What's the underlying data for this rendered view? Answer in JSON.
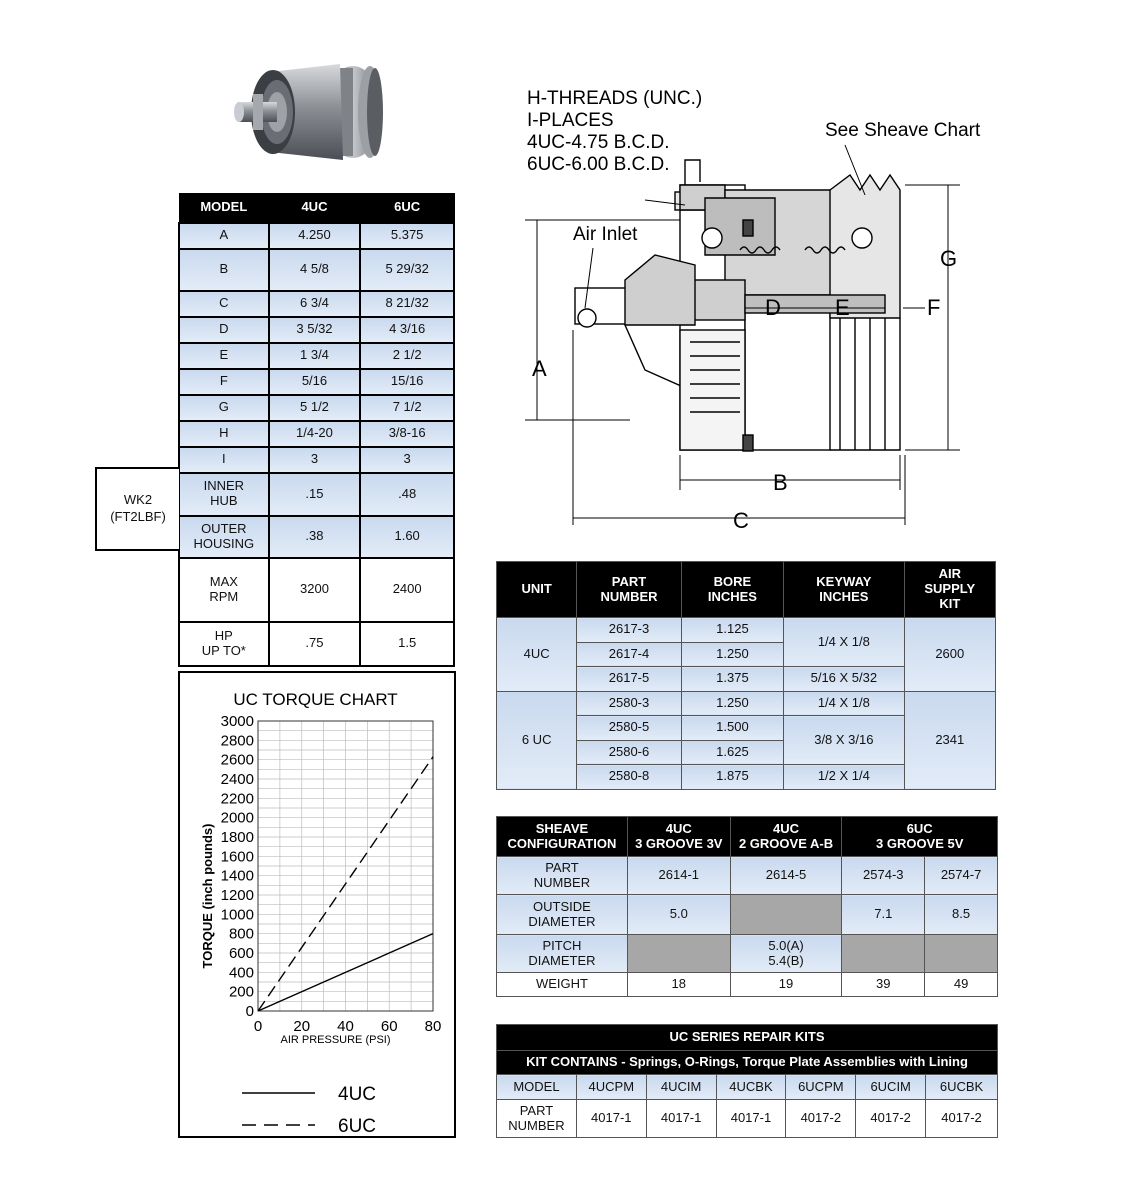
{
  "spec_table": {
    "headers": [
      "MODEL",
      "4UC",
      "6UC"
    ],
    "rows": [
      {
        "label": "A",
        "v4": "4.250",
        "v6": "5.375"
      },
      {
        "label": "B",
        "v4": "4 5/8",
        "v6": "5 29/32"
      },
      {
        "label": "C",
        "v4": "6 3/4",
        "v6": "8 21/32"
      },
      {
        "label": "D",
        "v4": "3 5/32",
        "v6": "4 3/16"
      },
      {
        "label": "E",
        "v4": "1 3/4",
        "v6": "2 1/2"
      },
      {
        "label": "F",
        "v4": "5/16",
        "v6": "15/16"
      },
      {
        "label": "G",
        "v4": "5 1/2",
        "v6": "7 1/2"
      },
      {
        "label": "H",
        "v4": "1/4-20",
        "v6": "3/8-16"
      },
      {
        "label": "I",
        "v4": "3",
        "v6": "3"
      },
      {
        "label": "INNER\nHUB",
        "v4": ".15",
        "v6": ".48"
      },
      {
        "label": "OUTER\nHOUSING",
        "v4": ".38",
        "v6": "1.60"
      },
      {
        "label": "MAX\nRPM",
        "v4": "3200",
        "v6": "2400"
      },
      {
        "label": "HP\nUP TO*",
        "v4": ".75",
        "v6": "1.5"
      }
    ],
    "wk2_label": "WK2\n(FT2LBF)"
  },
  "drawing": {
    "threads_note": [
      "H-THREADS (UNC.)",
      "I-PLACES",
      "4UC-4.75 B.C.D.",
      "6UC-6.00 B.C.D."
    ],
    "sheave_note": "See Sheave Chart",
    "air_inlet": "Air Inlet",
    "dims": {
      "A": "A",
      "B": "B",
      "C": "C",
      "D": "D",
      "E": "E",
      "F": "F",
      "G": "G"
    }
  },
  "chart_data": {
    "type": "line",
    "title": "UC TORQUE CHART",
    "xlabel": "AIR PRESSURE (PSI)",
    "ylabel": "TORQUE (inch pounds)",
    "xlim": [
      0,
      80
    ],
    "ylim": [
      0,
      3000
    ],
    "xticks": [
      0,
      20,
      40,
      60,
      80
    ],
    "yticks": [
      0,
      200,
      400,
      600,
      800,
      1000,
      1200,
      1400,
      1600,
      1800,
      2000,
      2200,
      2400,
      2600,
      2800,
      3000
    ],
    "grid": true,
    "series": [
      {
        "name": "4UC",
        "style": "solid",
        "x": [
          0,
          80
        ],
        "y": [
          0,
          800
        ]
      },
      {
        "name": "6UC",
        "style": "dashed",
        "x": [
          0,
          80
        ],
        "y": [
          0,
          2630
        ]
      }
    ],
    "legend": "bottom"
  },
  "parts_table": {
    "headers": [
      "UNIT",
      "PART\nNUMBER",
      "BORE\nINCHES",
      "KEYWAY\nINCHES",
      "AIR\nSUPPLY\nKIT"
    ],
    "groups": [
      {
        "unit": "4UC",
        "kit": "2600",
        "rows": [
          {
            "part": "2617-3",
            "bore": "1.125"
          },
          {
            "part": "2617-4",
            "bore": "1.250"
          },
          {
            "part": "2617-5",
            "bore": "1.375"
          }
        ],
        "keyways": [
          {
            "text": "1/4 X 1/8",
            "span": 2
          },
          {
            "text": "5/16 X 5/32",
            "span": 1
          }
        ]
      },
      {
        "unit": "6 UC",
        "kit": "2341",
        "rows": [
          {
            "part": "2580-3",
            "bore": "1.250"
          },
          {
            "part": "2580-5",
            "bore": "1.500"
          },
          {
            "part": "2580-6",
            "bore": "1.625"
          },
          {
            "part": "2580-8",
            "bore": "1.875"
          }
        ],
        "keyways": [
          {
            "text": "1/4 X 1/8",
            "span": 1
          },
          {
            "text": "3/8 X 3/16",
            "span": 2
          },
          {
            "text": "1/2 X 1/4",
            "span": 1
          }
        ]
      }
    ]
  },
  "sheave_table": {
    "headers": [
      "SHEAVE\nCONFIGURATION",
      "4UC\n3 GROOVE 3V",
      "4UC\n2 GROOVE A-B",
      "6UC\n3 GROOVE 5V"
    ],
    "part_label": "PART\nNUMBER",
    "parts": [
      "2614-1",
      "2614-5",
      "2574-3",
      "2574-7"
    ],
    "od_label": "OUTSIDE\nDIAMETER",
    "od": [
      "5.0",
      "",
      "7.1",
      "8.5"
    ],
    "pd_label": "PITCH\nDIAMETER",
    "pd": [
      "",
      "5.0(A)\n5.4(B)",
      "",
      ""
    ],
    "weight_label": "WEIGHT",
    "weight": [
      "18",
      "19",
      "39",
      "49"
    ]
  },
  "repair_table": {
    "title": "UC SERIES REPAIR KITS",
    "contains_label": "KIT CONTAINS",
    "contains_text": " - Springs, O-Rings, Torque Plate Assemblies with Lining",
    "model_label": "MODEL",
    "models": [
      "4UCPM",
      "4UCIM",
      "4UCBK",
      "6UCPM",
      "6UCIM",
      "6UCBK"
    ],
    "part_label": "PART\nNUMBER",
    "parts": [
      "4017-1",
      "4017-1",
      "4017-1",
      "4017-2",
      "4017-2",
      "4017-2"
    ]
  }
}
